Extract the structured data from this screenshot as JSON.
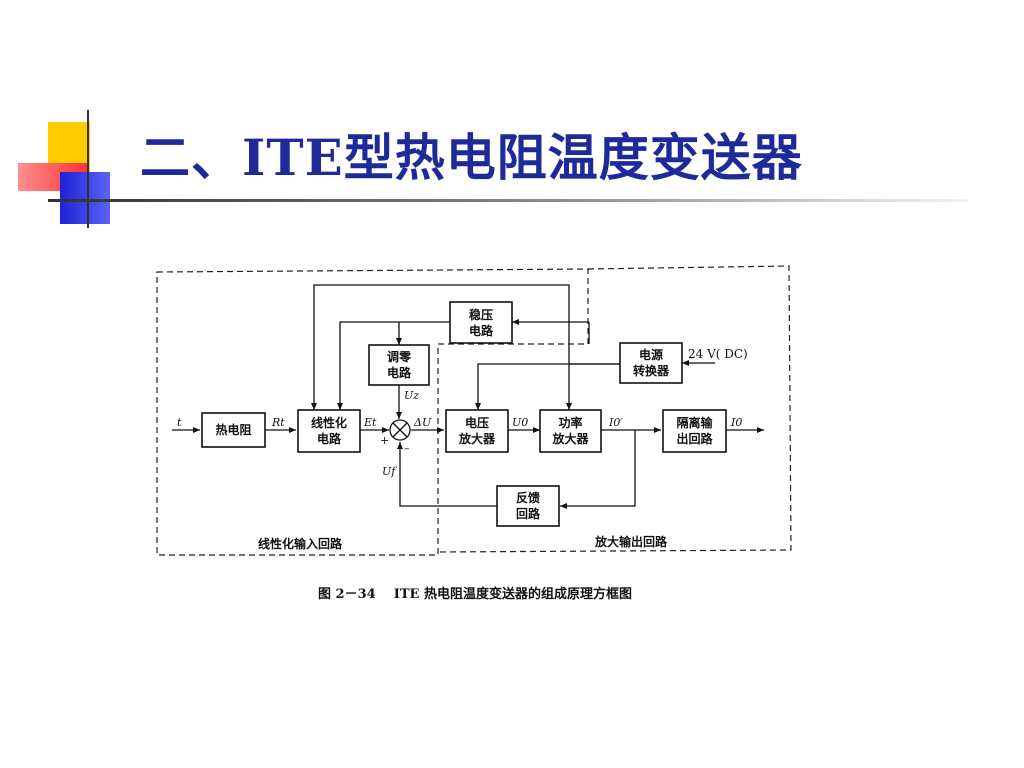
{
  "slide": {
    "title": "二、ITE型热电阻温度变送器"
  },
  "diagram": {
    "blocks": {
      "thermal_resistor": [
        "热电阻"
      ],
      "linearization": [
        "线性化",
        "电路"
      ],
      "regulator": [
        "稳压",
        "电路"
      ],
      "zero_adjust": [
        "调零",
        "电路"
      ],
      "power_converter": [
        "电源",
        "转换器"
      ],
      "voltage_amp": [
        "电压",
        "放大器"
      ],
      "power_amp": [
        "功率",
        "放大器"
      ],
      "isolation_output": [
        "隔离输",
        "出回路"
      ],
      "feedback": [
        "反馈",
        "回路"
      ]
    },
    "signals": {
      "input_t": "t",
      "rt": "Rt",
      "et": "Et",
      "delta_u": "ΔU",
      "u0": "U0",
      "i0_prime": "I0′",
      "i0": "I0",
      "uz": "Uz",
      "uf": "Uf",
      "plus": "+",
      "minus": "–",
      "supply": "24 V( DC)"
    },
    "regions": {
      "input_loop": "线性化输入回路",
      "amp_output_loop": "放大输出回路"
    },
    "caption": "图 2－34    ITE 热电阻温度变送器的组成原理方框图"
  }
}
